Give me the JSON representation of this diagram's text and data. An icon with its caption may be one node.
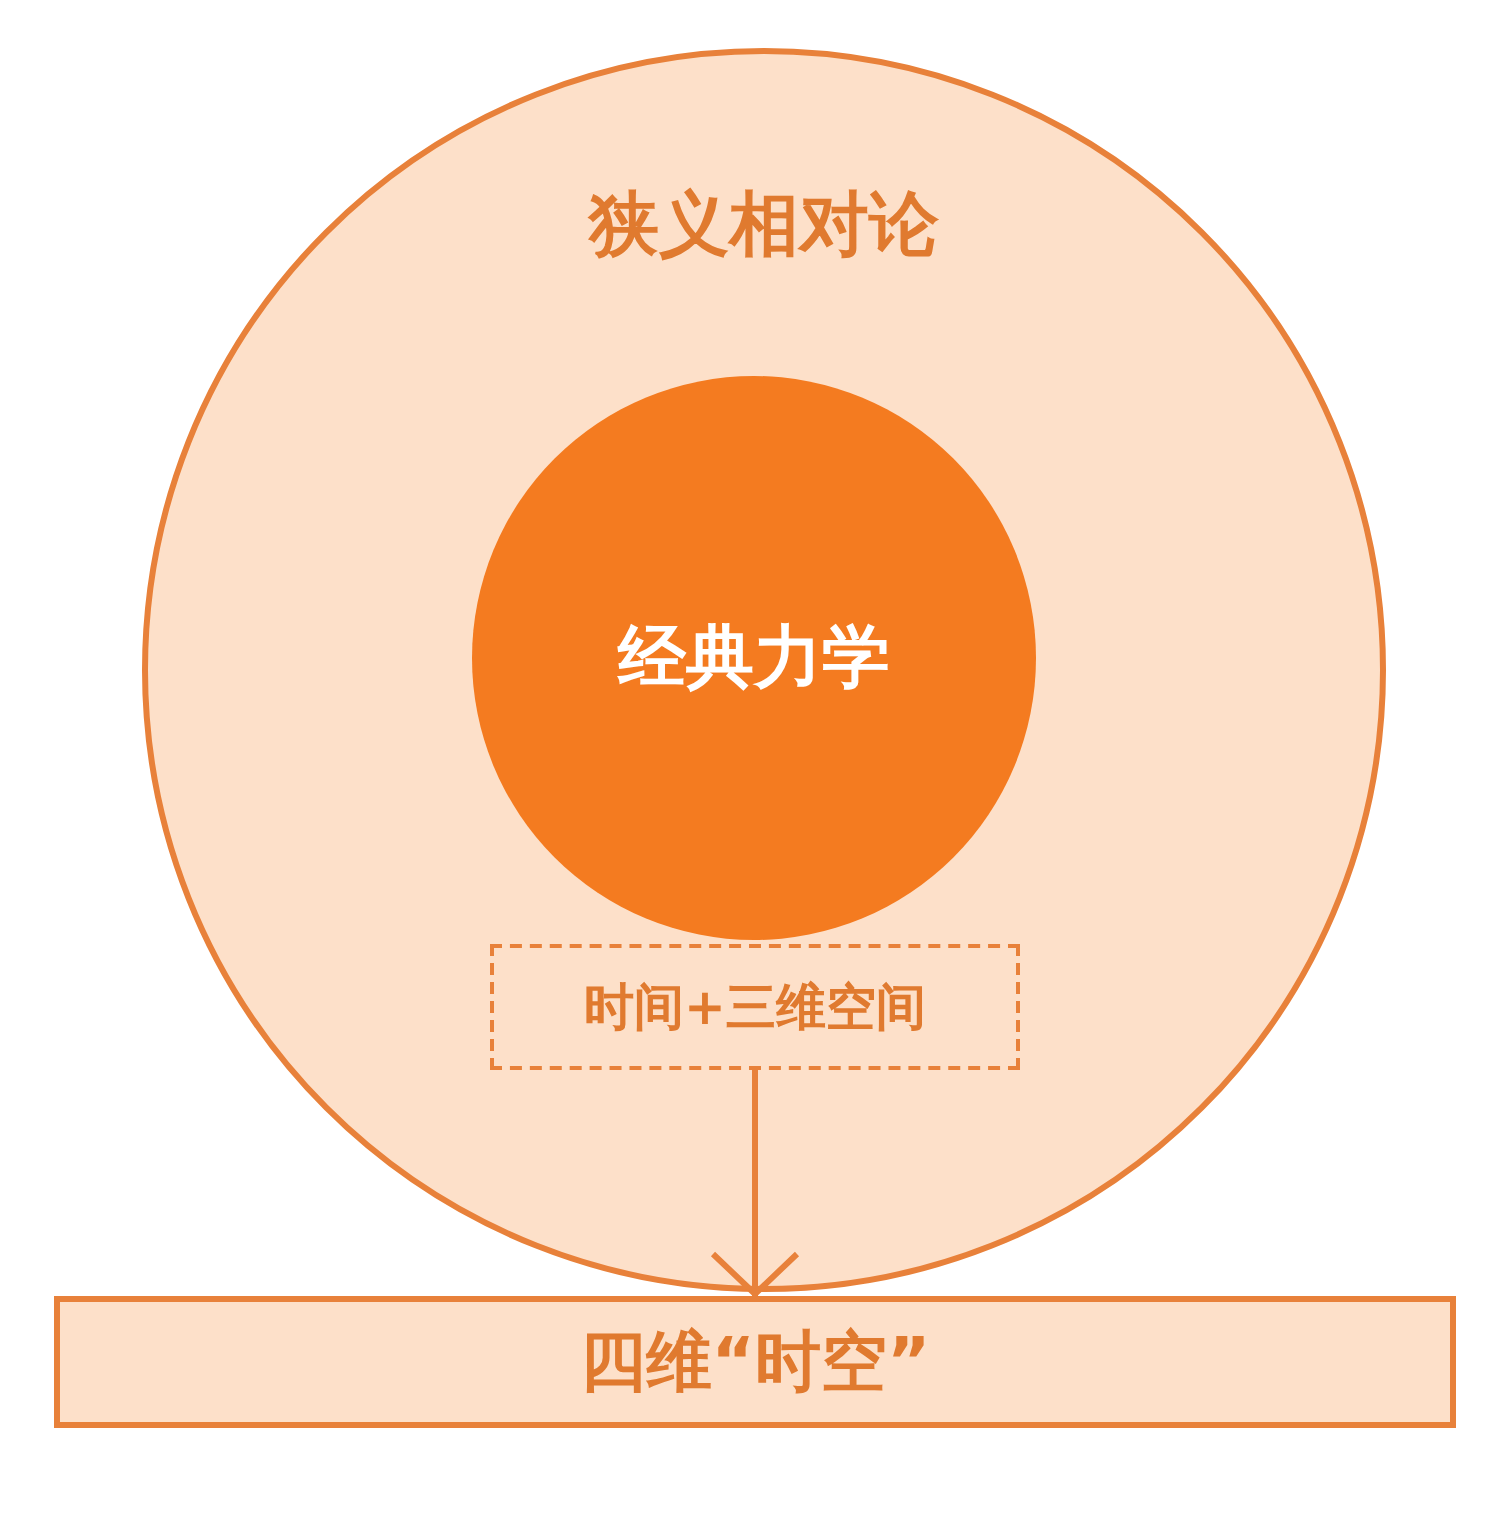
{
  "diagram": {
    "nodes": [
      {
        "text": [
          "狭义相对论"
        ]
      },
      {
        "text": [
          "经典力学"
        ],
        "in": 0
      },
      {
        "text": [
          "时间+三维空间"
        ],
        "in": 0
      },
      {
        "text": [
          "四维“时空”"
        ]
      }
    ],
    "edges": [
      {
        "from": 2,
        "to": 3,
        "arrow": "to"
      }
    ]
  }
}
